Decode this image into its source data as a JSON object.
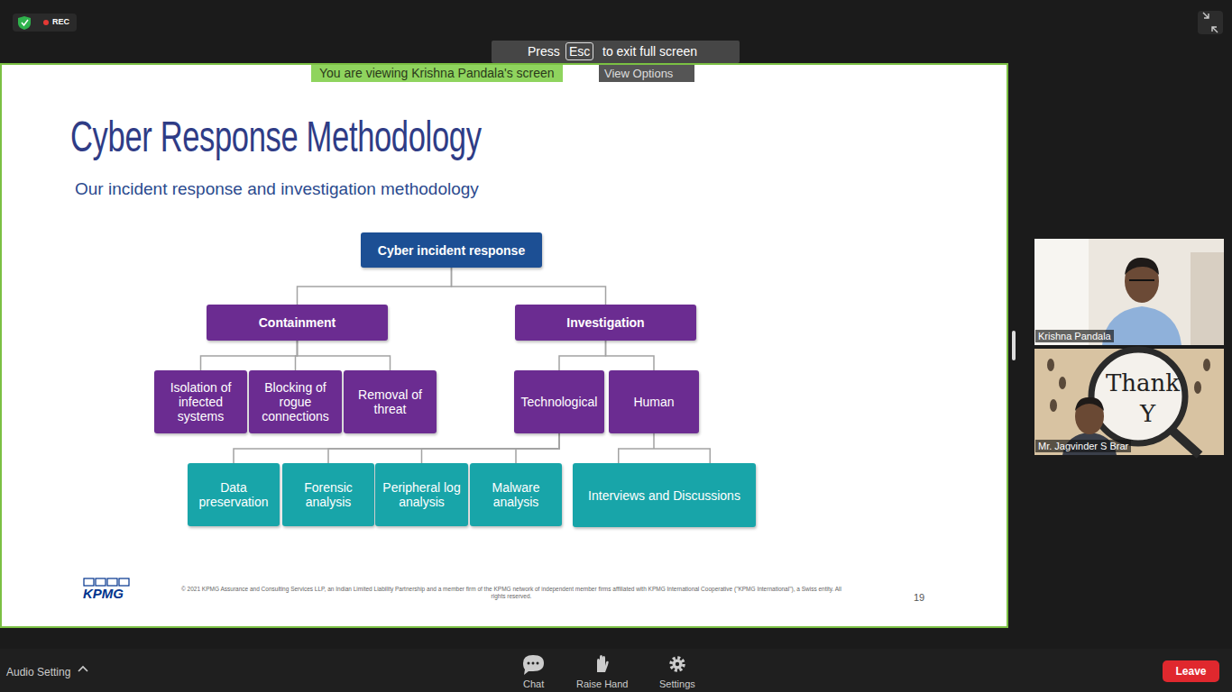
{
  "diagram": {
    "title": "Cyber Response Methodology",
    "nodes": [
      {
        "text": [
          "Cyber incident response"
        ]
      },
      {
        "text": [
          "Containment"
        ]
      },
      {
        "text": [
          "Investigation"
        ]
      },
      {
        "text": [
          "Isolation of infected systems"
        ]
      },
      {
        "text": [
          "Blocking of rogue connections"
        ]
      },
      {
        "text": [
          "Removal of threat"
        ]
      },
      {
        "text": [
          "Technological"
        ]
      },
      {
        "text": [
          "Human"
        ]
      },
      {
        "text": [
          "Data preservation"
        ]
      },
      {
        "text": [
          "Forensic analysis"
        ]
      },
      {
        "text": [
          "Peripheral log analysis"
        ]
      },
      {
        "text": [
          "Malware analysis"
        ]
      },
      {
        "text": [
          "Interviews and Discussions"
        ]
      }
    ],
    "edges": [
      {
        "from": 0,
        "to": 1,
        "arrow": "none"
      },
      {
        "from": 0,
        "to": 2,
        "arrow": "none"
      },
      {
        "from": 1,
        "to": 3,
        "arrow": "none"
      },
      {
        "from": 1,
        "to": 4,
        "arrow": "none"
      },
      {
        "from": 1,
        "to": 5,
        "arrow": "none"
      },
      {
        "from": 2,
        "to": 6,
        "arrow": "none"
      },
      {
        "from": 2,
        "to": 7,
        "arrow": "none"
      },
      {
        "from": 6,
        "to": 8,
        "arrow": "none"
      },
      {
        "from": 6,
        "to": 9,
        "arrow": "none"
      },
      {
        "from": 6,
        "to": 10,
        "arrow": "none"
      },
      {
        "from": 6,
        "to": 11,
        "arrow": "none"
      },
      {
        "from": 7,
        "to": 12,
        "arrow": "none"
      }
    ],
    "labels": [
      "Our incident response and investigation methodology",
      "REC",
      "Press",
      "Esc",
      "to exit full screen",
      "You are viewing Krishna Pandala's screen",
      "View Options",
      "Krishna Pandala",
      "Thank",
      "Y",
      "Mr. Jagvinder S Brar",
      "KPMG",
      "© 2021 KPMG Assurance and Consulting Services LLP, an Indian Limited Liability Partnership and a member firm of the KPMG network of independent member firms affiliated with KPMG International Cooperative (\"KPMG International\"), a Swiss entity. All rights reserved.",
      "19",
      "Audio Setting",
      "Chat",
      "Raise Hand",
      "Settings",
      "Leave"
    ]
  }
}
